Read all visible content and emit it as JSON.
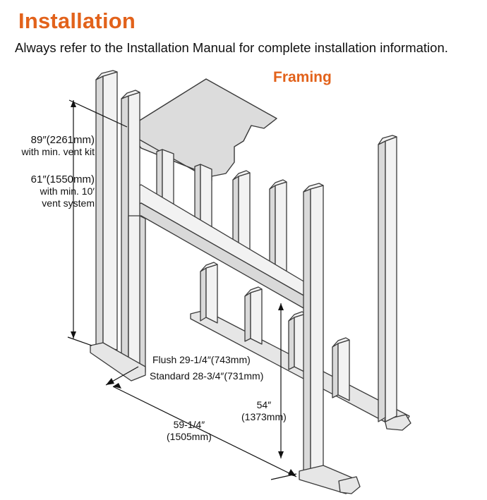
{
  "header": {
    "title": "Installation",
    "subtitle": "Always refer to the Installation Manual for complete installation information."
  },
  "section_title": "Framing",
  "dimensions": {
    "height_vent_kit": {
      "line1": "89″(2261mm)",
      "line2": "with min. vent kit"
    },
    "height_vent_system": {
      "line1": "61″(1550mm)",
      "line2": "with min. 10′",
      "line3": "vent system"
    },
    "depth": {
      "line1": "Flush 29-1/4″(743mm)",
      "line2": "Standard 28-3/4″(731mm)"
    },
    "width": {
      "line1": "59-1/4″",
      "line2": "(1505mm)"
    },
    "opening_height": {
      "line1": "54″",
      "line2": "(1373mm)"
    }
  },
  "colors": {
    "accent": "#e2621b",
    "line": "#3a3a3a"
  }
}
